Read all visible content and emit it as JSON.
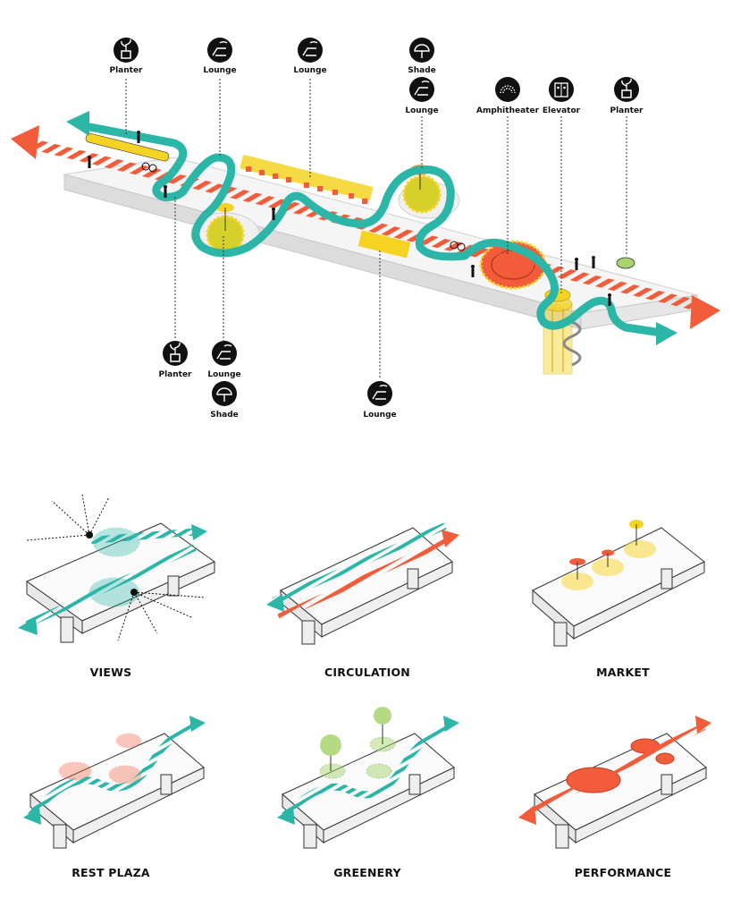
{
  "main_plan": {
    "labels": {
      "planter_top_left": "Planter",
      "lounge_top_1": "Lounge",
      "lounge_top_2": "Lounge",
      "shade_top": "Shade",
      "lounge_top_3": "Lounge",
      "amphitheater": "Amphitheater",
      "elevator": "Elevator",
      "planter_top_right": "Planter",
      "planter_bottom": "Planter",
      "lounge_bottom_1": "Lounge",
      "shade_bottom": "Shade",
      "lounge_bottom_2": "Lounge"
    },
    "icons": {
      "planter": "planter-icon",
      "lounge": "lounge-chair-icon",
      "shade": "shade-umbrella-icon",
      "amphitheater": "amphitheater-icon",
      "elevator": "elevator-icon"
    }
  },
  "scenarios": {
    "views": "VIEWS",
    "circulation": "CIRCULATION",
    "market": "MARKET",
    "rest_plaza": "REST PLAZA",
    "greenery": "GREENERY",
    "performance": "PERFORMANCE"
  },
  "colors": {
    "teal": "#2bb6a8",
    "coral": "#f25c3b",
    "yellow": "#f5d323",
    "green": "#a8d46f",
    "black": "#111111",
    "slab": "#f4f4f4"
  }
}
